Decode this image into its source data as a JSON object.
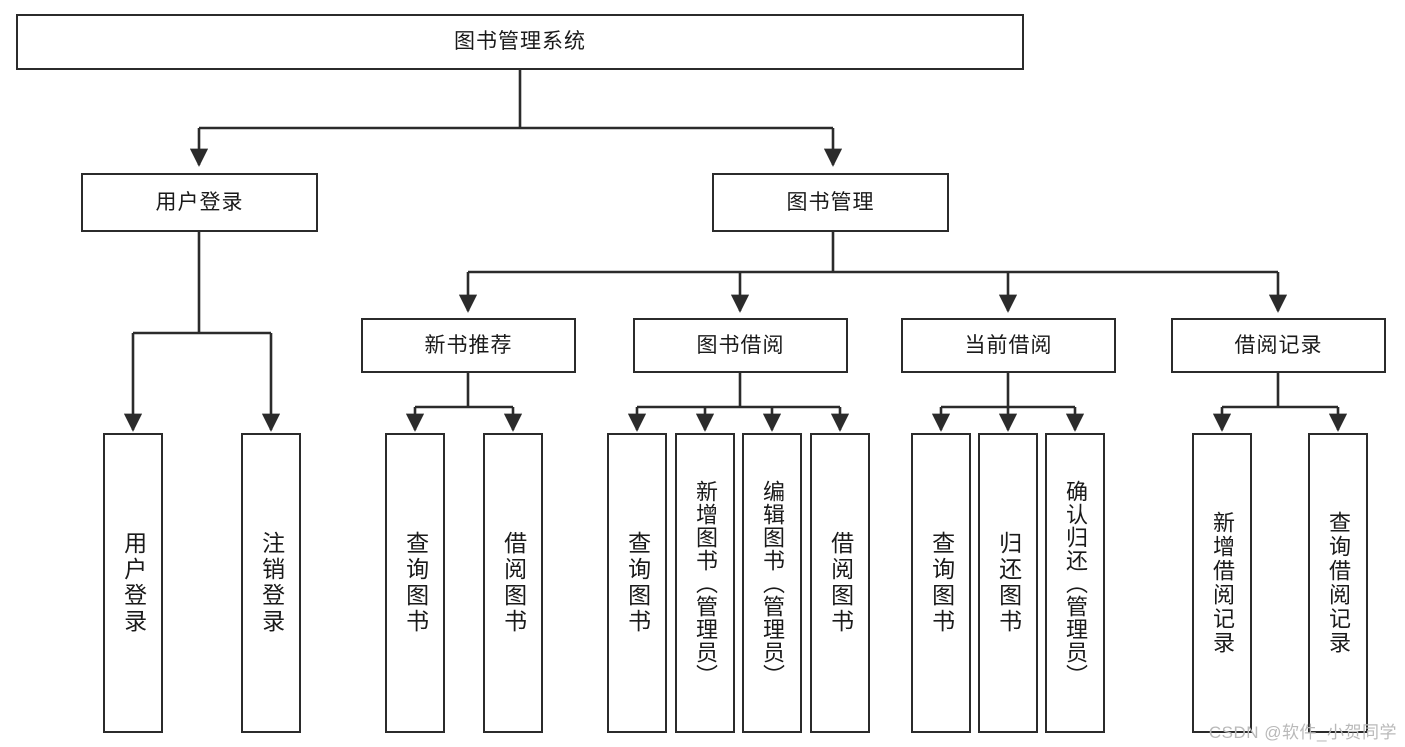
{
  "diagram": {
    "title": "图书管理系统",
    "type": "tree",
    "watermark": "CSDN @软件_小贺同学",
    "levels": {
      "root": {
        "label": "图书管理系统"
      },
      "level1": [
        {
          "id": "user-login",
          "label": "用户登录"
        },
        {
          "id": "book-manage",
          "label": "图书管理"
        }
      ],
      "level2": [
        {
          "id": "new-book-recommend",
          "label": "新书推荐",
          "parent": "book-manage"
        },
        {
          "id": "book-borrow",
          "label": "图书借阅",
          "parent": "book-manage"
        },
        {
          "id": "current-borrow",
          "label": "当前借阅",
          "parent": "book-manage"
        },
        {
          "id": "borrow-record",
          "label": "借阅记录",
          "parent": "book-manage"
        }
      ],
      "leaves": [
        {
          "id": "leaf-user-login",
          "label": "用户登录",
          "parent": "user-login"
        },
        {
          "id": "leaf-user-logout",
          "label": "注销登录",
          "parent": "user-login"
        },
        {
          "id": "leaf-query-book-1",
          "label": "查询图书",
          "parent": "new-book-recommend"
        },
        {
          "id": "leaf-borrow-book-1",
          "label": "借阅图书",
          "parent": "new-book-recommend"
        },
        {
          "id": "leaf-query-book-2",
          "label": "查询图书",
          "parent": "book-borrow"
        },
        {
          "id": "leaf-add-book",
          "label": "新增图书（管理员）",
          "parent": "book-borrow"
        },
        {
          "id": "leaf-edit-book",
          "label": "编辑图书（管理员）",
          "parent": "book-borrow"
        },
        {
          "id": "leaf-borrow-book-2",
          "label": "借阅图书",
          "parent": "book-borrow"
        },
        {
          "id": "leaf-query-book-3",
          "label": "查询图书",
          "parent": "current-borrow"
        },
        {
          "id": "leaf-return-book",
          "label": "归还图书",
          "parent": "current-borrow"
        },
        {
          "id": "leaf-confirm-return",
          "label": "确认归还（管理员）",
          "parent": "current-borrow"
        },
        {
          "id": "leaf-add-record",
          "label": "新增借阅记录",
          "parent": "borrow-record"
        },
        {
          "id": "leaf-query-record",
          "label": "查询借阅记录",
          "parent": "borrow-record"
        }
      ]
    },
    "colors": {
      "stroke": "#2b2b2b",
      "fill": "#ffffff",
      "text": "#1a1a1a",
      "watermark": "#b9b9b9"
    }
  }
}
